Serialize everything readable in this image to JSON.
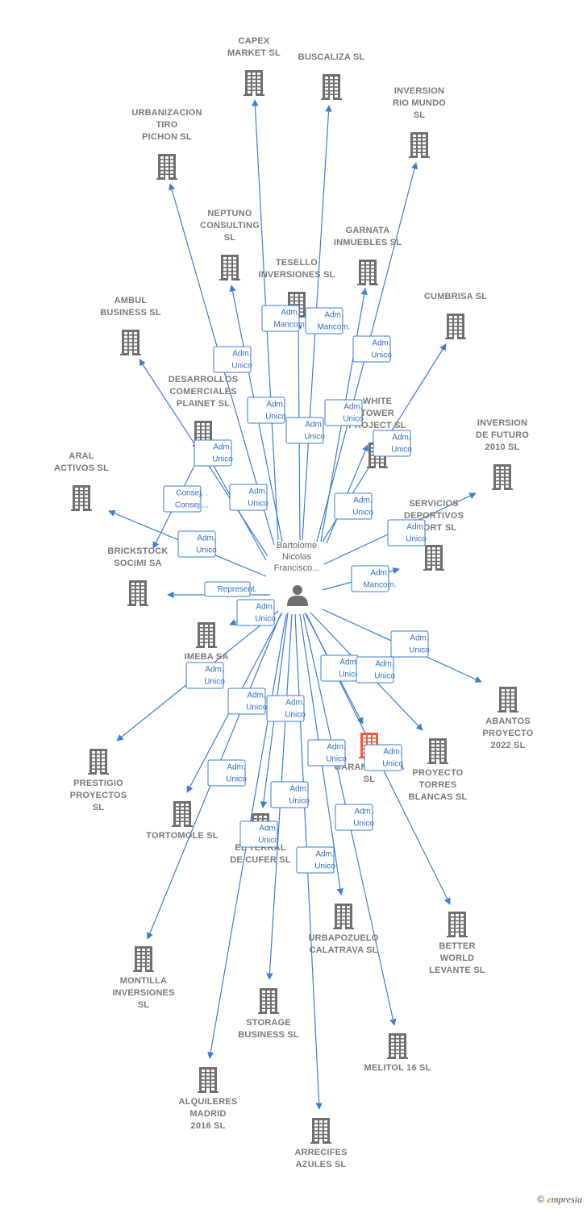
{
  "person": {
    "label_lines": [
      "Bartolome",
      "Nicolas",
      "Francisco..."
    ],
    "icon": "person-icon"
  },
  "colors": {
    "edge": "#3a7fd5",
    "building": "#6f6f6f",
    "highlight": "#ef5a3c"
  },
  "companies": [
    {
      "id": "capex",
      "lines": [
        "CAPEX",
        "MARKET  SL"
      ]
    },
    {
      "id": "buscaliza",
      "lines": [
        "BUSCALIZA  SL"
      ]
    },
    {
      "id": "inversion-rio",
      "lines": [
        "INVERSION",
        "RIO MUNDO",
        "SL"
      ]
    },
    {
      "id": "urbanizacion",
      "lines": [
        "URBANIZACION",
        "TIRO",
        "PICHON  SL"
      ]
    },
    {
      "id": "neptuno",
      "lines": [
        "NEPTUNO",
        "CONSULTING",
        "SL"
      ]
    },
    {
      "id": "garnata",
      "lines": [
        "GARNATA",
        "INMUEBLES  SL"
      ]
    },
    {
      "id": "tesello",
      "lines": [
        "TESELLO",
        "INVERSIONES SL"
      ]
    },
    {
      "id": "cumbrisa",
      "lines": [
        "CUMBRISA  SL"
      ]
    },
    {
      "id": "ambul",
      "lines": [
        "AMBUL",
        "BUSINESS SL"
      ]
    },
    {
      "id": "desarrollos",
      "lines": [
        "DESARROLLOS",
        "COMERCIALES",
        "PLAINET SL"
      ]
    },
    {
      "id": "white-tower",
      "lines": [
        "WHITE",
        "TOWER",
        "PROJECT  SL"
      ]
    },
    {
      "id": "inversion-futuro",
      "lines": [
        "INVERSION",
        "DE FUTURO",
        "2010 SL"
      ]
    },
    {
      "id": "aral",
      "lines": [
        "ARAL",
        "ACTIVOS  SL"
      ]
    },
    {
      "id": "servicios",
      "lines": [
        "SERVICIOS",
        "DEPORTIVOS",
        "SPORT  SL"
      ]
    },
    {
      "id": "brickstock",
      "lines": [
        "BRICKSTOCK",
        "SOCIMI SA"
      ]
    },
    {
      "id": "imeba",
      "lines": [
        "IMEBA SA"
      ]
    },
    {
      "id": "abantos",
      "lines": [
        "ABANTOS",
        "PROYECTO",
        "2022  SL"
      ]
    },
    {
      "id": "garantiitalia",
      "lines": [
        "GARANTIITALIA",
        "SL"
      ]
    },
    {
      "id": "proyecto-torres",
      "lines": [
        "PROYECTO",
        "TORRES",
        "BLANCAS  SL"
      ]
    },
    {
      "id": "prestigio",
      "lines": [
        "PRESTIGIO",
        "PROYECTOS",
        "SL"
      ]
    },
    {
      "id": "tortomole",
      "lines": [
        "TORTOMOLE SL"
      ]
    },
    {
      "id": "el-terral",
      "lines": [
        "EL TERRAL",
        "DE CUFER  SL"
      ]
    },
    {
      "id": "urbapozuelo",
      "lines": [
        "URBAPOZUELO",
        "CALATRAVA  SL"
      ]
    },
    {
      "id": "better-world",
      "lines": [
        "BETTER",
        "WORLD",
        "LEVANTE  SL"
      ]
    },
    {
      "id": "montilla",
      "lines": [
        "MONTILLA",
        "INVERSIONES",
        "SL"
      ]
    },
    {
      "id": "storage",
      "lines": [
        "STORAGE",
        "BUSINESS  SL"
      ]
    },
    {
      "id": "melitol",
      "lines": [
        "MELITOL 16  SL"
      ]
    },
    {
      "id": "alquileres",
      "lines": [
        "ALQUILERES",
        "MADRID",
        "2016  SL"
      ]
    },
    {
      "id": "arrecifes",
      "lines": [
        "ARRECIFES",
        "AZULES  SL"
      ]
    }
  ],
  "edge_labels": [
    {
      "lines": [
        "Adm.",
        "Mancom."
      ]
    },
    {
      "lines": [
        "Adm.",
        "Mancom."
      ]
    },
    {
      "lines": [
        "Adm.",
        "Unico"
      ]
    },
    {
      "lines": [
        "Adm.",
        "Unico"
      ]
    },
    {
      "lines": [
        "Adm.",
        "Unico"
      ]
    },
    {
      "lines": [
        "Adm.",
        "Unico"
      ]
    },
    {
      "lines": [
        "Adm.",
        "Unico"
      ]
    },
    {
      "lines": [
        "Adm.",
        "Unico"
      ]
    },
    {
      "lines": [
        "Adm.",
        "Unico"
      ]
    },
    {
      "lines": [
        "Consej. .",
        "Consej...."
      ]
    },
    {
      "lines": [
        "Adm.",
        "Unico"
      ]
    },
    {
      "lines": [
        "Adm.",
        "Unico"
      ]
    },
    {
      "lines": [
        "Adm.",
        "Unico"
      ]
    },
    {
      "lines": [
        "Adm.",
        "Unico"
      ]
    },
    {
      "lines": [
        "Adm.",
        "Mancom."
      ]
    },
    {
      "lines": [
        "Represent."
      ]
    },
    {
      "lines": [
        "Adm.",
        "Unico"
      ]
    },
    {
      "lines": [
        "Adm.",
        "Unico"
      ]
    },
    {
      "lines": [
        "Adm.",
        "Unico"
      ]
    },
    {
      "lines": [
        "Adm.",
        "Unico"
      ]
    },
    {
      "lines": [
        "Adm.",
        "Unico"
      ]
    },
    {
      "lines": [
        "Adm.",
        "Unico"
      ]
    },
    {
      "lines": [
        "Adm.",
        "Unico"
      ]
    },
    {
      "lines": [
        "Adm.",
        "Unico"
      ]
    },
    {
      "lines": [
        "Adm.",
        "Unico"
      ]
    },
    {
      "lines": [
        "Adm.",
        "Unico"
      ]
    },
    {
      "lines": [
        "Adm.",
        "Unico"
      ]
    },
    {
      "lines": [
        "Adm.",
        "Unico"
      ]
    },
    {
      "lines": [
        "Adm.",
        "Unico"
      ]
    },
    {
      "lines": [
        "Adm.",
        "Unico"
      ]
    }
  ],
  "footer": {
    "copyright": "©",
    "brand_first": "e",
    "brand_rest": "mpresia"
  }
}
